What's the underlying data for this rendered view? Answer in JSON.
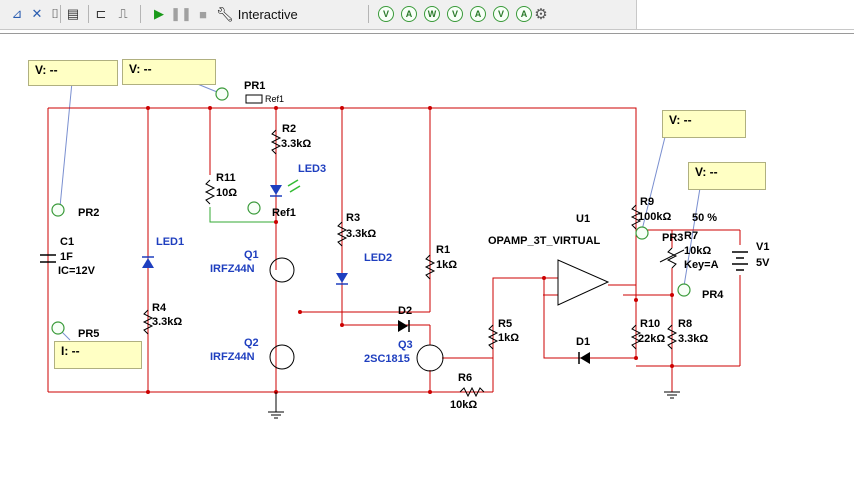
{
  "toolbar": {
    "interactive_label": "Interactive",
    "probe_letters": [
      "V",
      "A",
      "W",
      "V",
      "A",
      "V",
      "A"
    ]
  },
  "probes": {
    "box1": "V: --",
    "box2": "V: --",
    "box3": "V: --",
    "box4": "V: --",
    "box5": "I: --"
  },
  "components": {
    "pr1": "PR1",
    "ref1_small": "Ref1",
    "r2": "R2",
    "r2_val": "3.3kΩ",
    "led3": "LED3",
    "r11": "R11",
    "r11_val": "10Ω",
    "ref1": "Ref1",
    "pr2": "PR2",
    "c1": "C1",
    "c1_val": "1F",
    "c1_ic": "IC=12V",
    "led1": "LED1",
    "r4": "R4",
    "r4_val": "3.3kΩ",
    "pr5": "PR5",
    "q1": "Q1",
    "q1_part": "IRFZ44N",
    "q2": "Q2",
    "q2_part": "IRFZ44N",
    "r3": "R3",
    "r3_val": "3.3kΩ",
    "led2": "LED2",
    "r1": "R1",
    "r1_val": "1kΩ",
    "d2": "D2",
    "q3": "Q3",
    "q3_part": "2SC1815",
    "r6": "R6",
    "r6_val": "10kΩ",
    "r5": "R5",
    "r5_val": "1kΩ",
    "u1": "U1",
    "u1_part": "OPAMP_3T_VIRTUAL",
    "d1": "D1",
    "r9": "R9",
    "r9_val": "100kΩ",
    "r7_pct": "50 %",
    "pr3": "PR3",
    "r7": "R7",
    "r7_val": "10kΩ",
    "r7_key": "Key=A",
    "pr4": "PR4",
    "r10": "R10",
    "r10_val": "22kΩ",
    "r8": "R8",
    "r8_val": "3.3kΩ",
    "v1": "V1",
    "v1_val": "5V"
  },
  "colors": {
    "wire": "#cc0000",
    "probe_wire": "#7a8fd0",
    "ground_wire": "#33aa33",
    "component": "#000000",
    "label_blue": "#1f3fbf",
    "probe_fill": "#ffffc4"
  }
}
